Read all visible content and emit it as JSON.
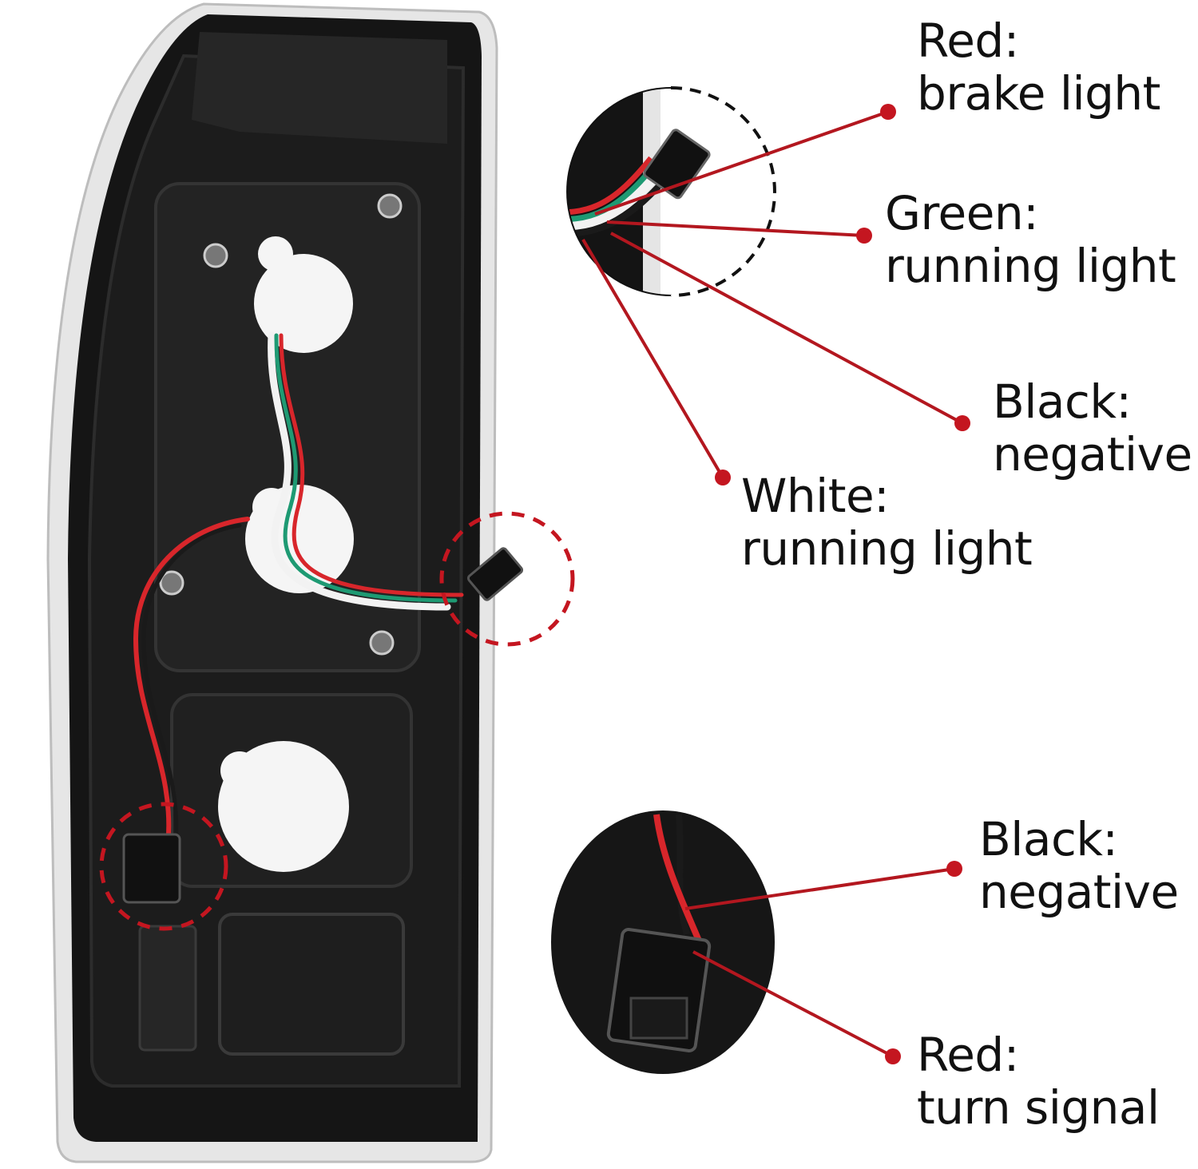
{
  "colors": {
    "leader": "#b3171f",
    "dot": "#c41620",
    "housing": "#141414",
    "housing_panel": "#1f1f1f",
    "lens_edge": "#d9d9d9",
    "wire_red": "#d8262b",
    "wire_green": "#1e9a73",
    "wire_white": "#f2f2f2",
    "wire_black": "#1a1a1a",
    "text": "#111111"
  },
  "labels": {
    "brake": {
      "color": "Red:",
      "function": "brake light"
    },
    "running_green": {
      "color": "Green:",
      "function": "running light"
    },
    "negative_top": {
      "color": "Black:",
      "function": "negative"
    },
    "running_white": {
      "color": "White:",
      "function": "running light"
    },
    "negative_bottom": {
      "color": "Black:",
      "function": "negative"
    },
    "turn": {
      "color": "Red:",
      "function": "turn signal"
    }
  },
  "icons": {
    "housing": "tail-light-housing-icon",
    "connector": "wire-connector-icon",
    "socket": "bulb-socket-icon",
    "screw": "screw-icon"
  }
}
